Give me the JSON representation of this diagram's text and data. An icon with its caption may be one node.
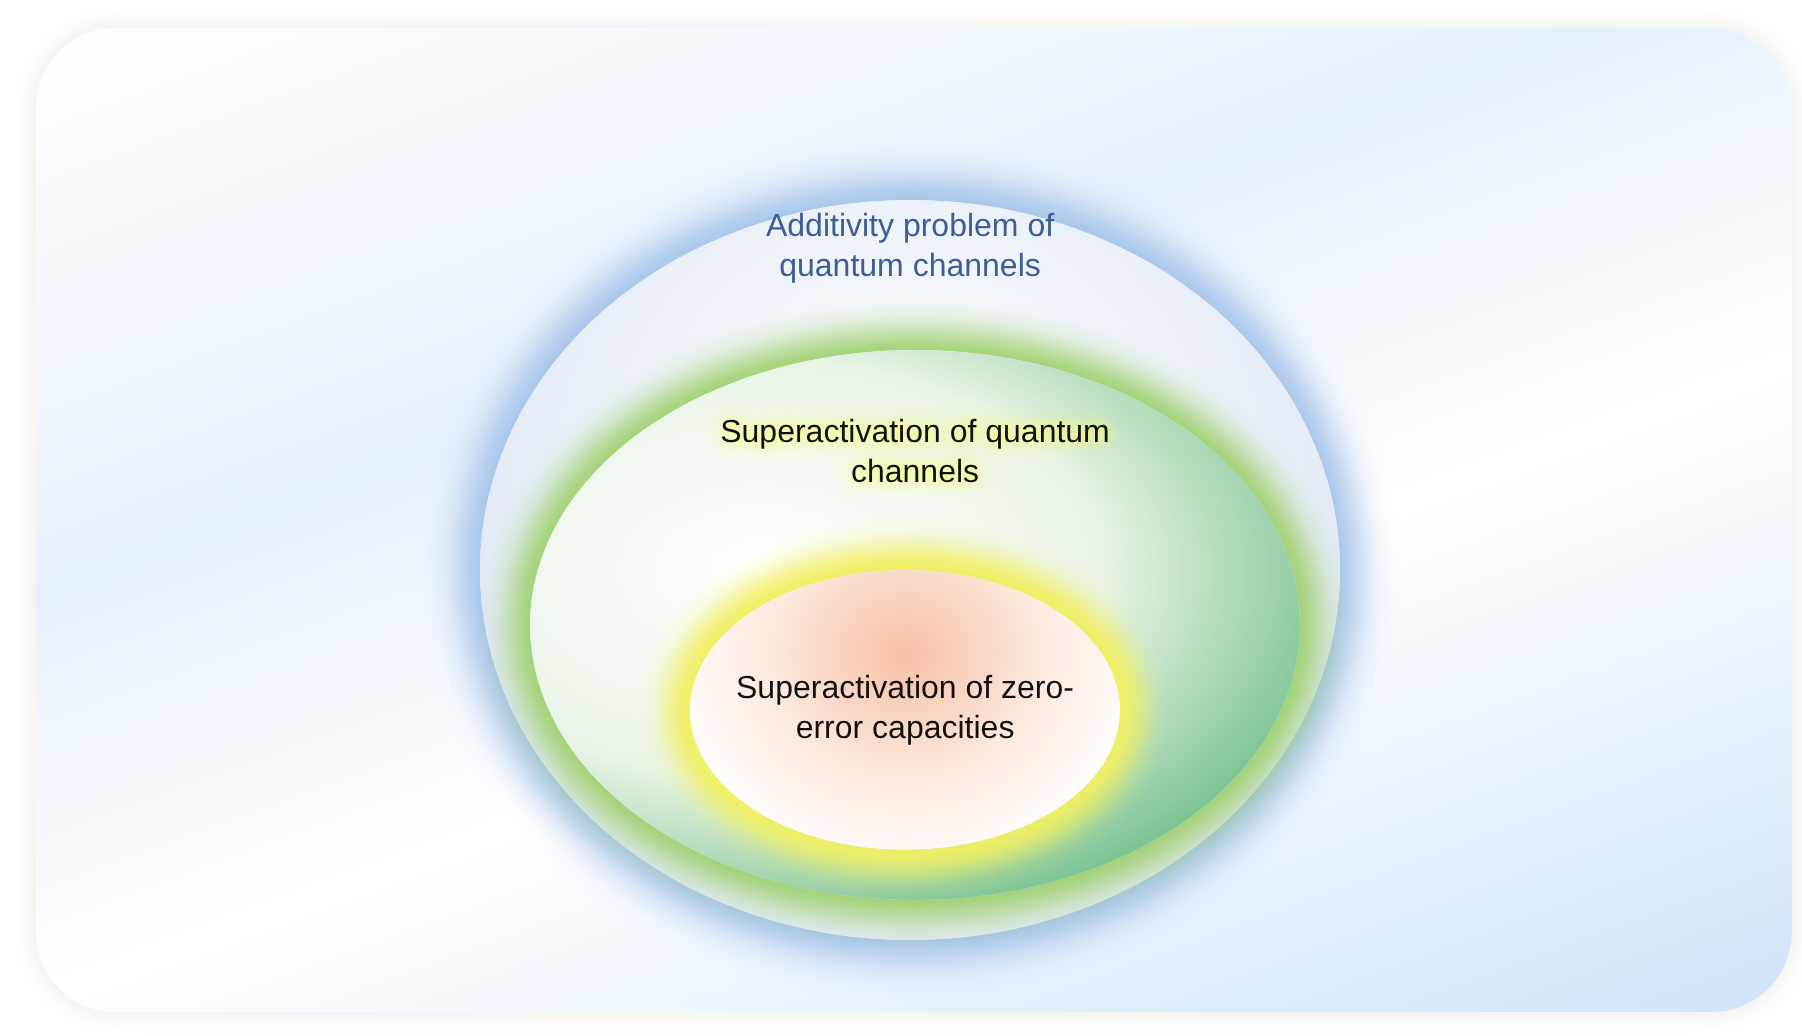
{
  "diagram": {
    "nodes": [
      {
        "text": [
          "Additivity problem of quantum channels"
        ]
      },
      {
        "text": [
          "Superactivation of quantum channels"
        ],
        "in": 0
      },
      {
        "text": [
          "Superactivation of zero-error capacities"
        ],
        "in": 1
      }
    ]
  }
}
